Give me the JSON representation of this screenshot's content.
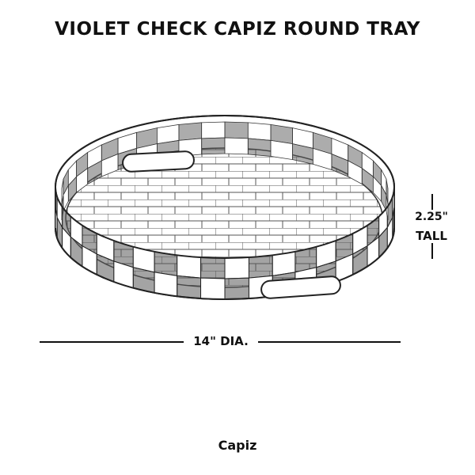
{
  "title": "VIOLET CHECK CAPIZ ROUND TRAY",
  "height": {
    "value": "2.25\"",
    "unit": "TALL"
  },
  "diameter": {
    "label": "14\" DIA."
  },
  "material": "Capiz"
}
